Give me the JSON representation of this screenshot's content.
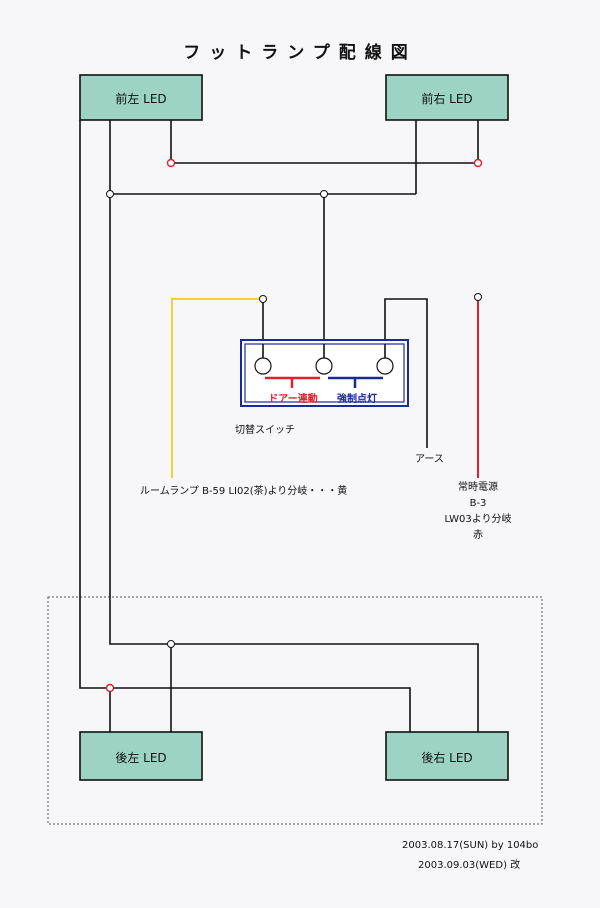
{
  "title": "フットランプ配線図",
  "leds": {
    "front_left": "前左 LED",
    "front_right": "前右 LED",
    "rear_left": "後左 LED",
    "rear_right": "後右 LED"
  },
  "switch": {
    "door_label": "ドアー連動",
    "forced_label": "強制点灯",
    "name": "切替スイッチ"
  },
  "labels": {
    "earth": "アース",
    "room_lamp": "ルームランプ B-59 LI02(茶)より分岐・・・黄",
    "constant_power": [
      "常時電源",
      "B-3",
      "LW03より分岐",
      "赤"
    ]
  },
  "credits": {
    "line1": "2003.08.17(SUN)  by  104bo",
    "line2": "2003.09.03(WED)  改"
  },
  "colors": {
    "led_fill": "#9cd3c4",
    "wire": "#111111",
    "power_wire": "#e0202c",
    "switch_wire": "#f2d230",
    "switch_box": "#1a2a9a",
    "door_label": "#e0202c",
    "forced_label": "#1a2a9a"
  }
}
